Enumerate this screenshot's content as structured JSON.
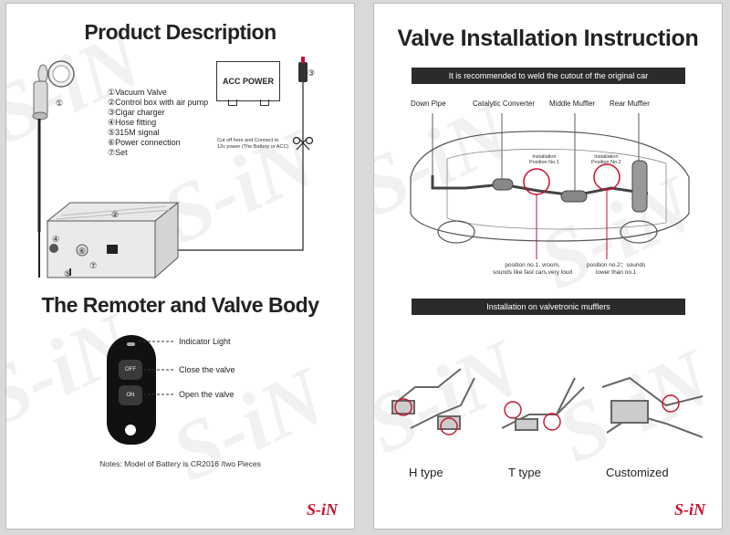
{
  "left": {
    "title": "Product Description",
    "items": [
      "①Vacuum Valve",
      "②Control box with air pump",
      "③Cigar charger",
      "④Hose fitting",
      "⑤315M signal",
      "⑥Power connection",
      "⑦Set"
    ],
    "acc_power": "ACC POWER",
    "cut_note_1": "Cut off here and Connect to",
    "cut_note_2": "12v power (The Battery or ACC)",
    "num_1": "①",
    "num_2": "②",
    "num_3": "③",
    "num_4": "④",
    "num_5": "⑤",
    "num_6": "⑥",
    "num_7": "⑦",
    "title2": "The Remoter and Valve Body",
    "remote": {
      "off": "OFF",
      "on": "ON",
      "indicator": "Indicator Light",
      "close": "Close the valve",
      "open": "Open the valve"
    },
    "notes": "Notes:  Model of Battery is CR2016 /two Pieces",
    "logo": "S-iN"
  },
  "right": {
    "title": "Valve Installation Instruction",
    "banner1": "It is recommended to weld the cutout of the original car",
    "parts": {
      "down_pipe": "Down Pipe",
      "catalytic": "Catalytic Converter",
      "middle": "Middle Muffler",
      "rear": "Rear Muffler"
    },
    "pos1_line1": "Installation",
    "pos1_line2": "Position No.1",
    "pos2_line1": "Installation",
    "pos2_line2": "Position No.2",
    "desc1_line1": "position no.1: vroom,",
    "desc1_line2": "sounds like fast cars,very loud",
    "desc2_line1": "position no.2：sounds",
    "desc2_line2": "lower than no.1",
    "banner2": "Installation on valvetronic mufflers",
    "types": {
      "h": "H type",
      "t": "T type",
      "custom": "Customized"
    },
    "logo": "S-iN"
  },
  "colors": {
    "accent_red": "#c8102e",
    "banner_bg": "#2b2b2b"
  }
}
